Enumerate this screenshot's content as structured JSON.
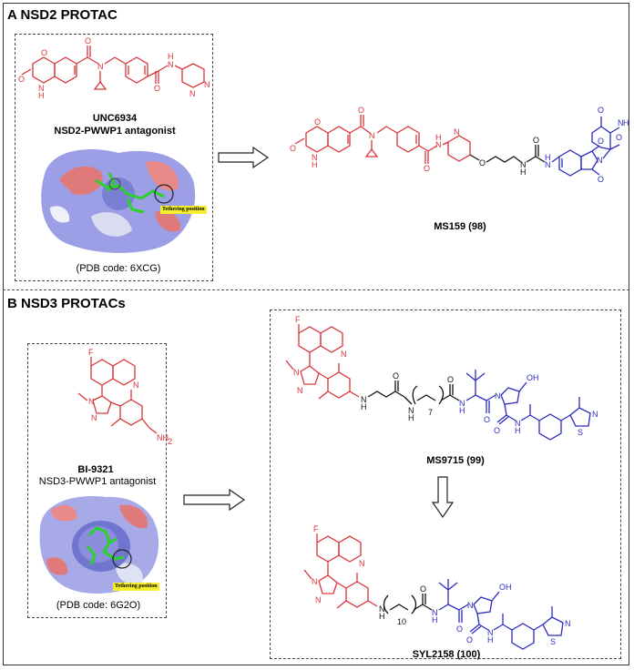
{
  "section_a": {
    "title": "A NSD2 PROTAC",
    "ligand_name": "UNC6934",
    "ligand_desc": "NSD2-PWWP1 antagonist",
    "pdb": "(PDB code: 6XCG)",
    "tether_label": "Tethering position",
    "protac_name": "MS159 (98)"
  },
  "section_b": {
    "title": "B NSD3 PROTACs",
    "ligand_name": "BI-9321",
    "ligand_desc": "NSD3-PWWP1 antagonist",
    "pdb": "(PDB code: 6G2O)",
    "tether_label": "Tethering position",
    "protac1_name": "MS9715 (99)",
    "protac2_name": "SYL2158 (100)",
    "linker1_subscript": "7",
    "linker2_subscript": "10"
  },
  "colors": {
    "target_ligand": "#d9343a",
    "e3_ligand": "#2b2bbf",
    "linker": "#111111",
    "tether_highlight": "#f4ef2a"
  }
}
